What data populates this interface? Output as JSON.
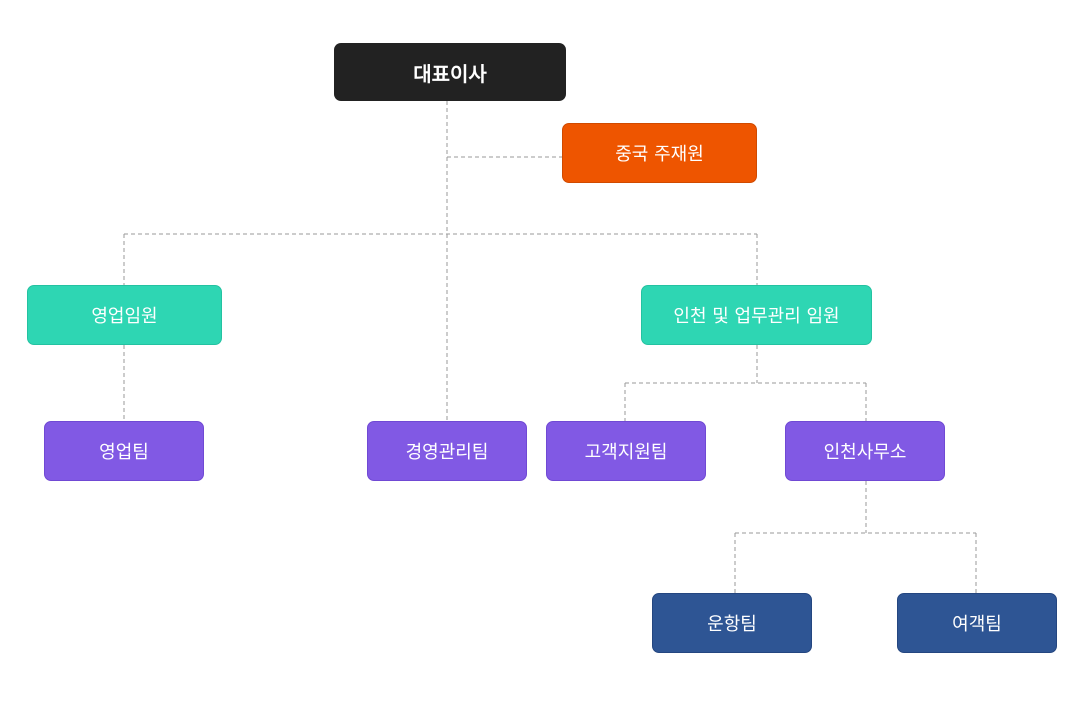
{
  "org": {
    "ceo": "대표이사",
    "china_rep": "중국 주재원",
    "sales_exec": "영업임원",
    "incheon_exec": "인천 및 업무관리 임원",
    "sales_team": "영업팀",
    "management_team": "경영관리팀",
    "customer_support_team": "고객지원팀",
    "incheon_office": "인천사무소",
    "operations_team": "운항팀",
    "passenger_team": "여객팀"
  },
  "colors": {
    "ceo": "#222222",
    "china_rep": "#ee5500",
    "executive": "#2ed6b3",
    "team": "#8159e4",
    "sub_team": "#2e5594",
    "connector": "#9a9a9a"
  }
}
